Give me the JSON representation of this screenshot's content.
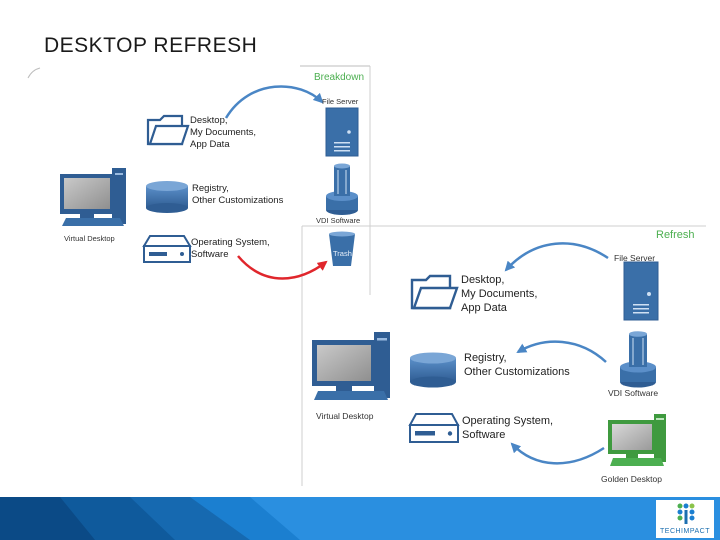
{
  "slide": {
    "title": "DESKTOP REFRESH"
  },
  "breakdown": {
    "section_label": "Breakdown",
    "items": {
      "desktop_docs": "Desktop,\nMy Documents,\nApp Data",
      "registry": "Registry,\nOther Customizations",
      "os": "Operating System,\nSoftware"
    },
    "captions": {
      "virtual_desktop": "Virtual Desktop",
      "file_server": "File Server",
      "vdi_software": "VDI Software",
      "trash": "Trash"
    }
  },
  "refresh": {
    "section_label": "Refresh",
    "items": {
      "desktop_docs": "Desktop,\nMy Documents,\nApp Data",
      "registry": "Registry,\nOther Customizations",
      "os": "Operating System,\nSoftware"
    },
    "captions": {
      "virtual_desktop": "Virtual Desktop",
      "file_server": "File Server",
      "vdi_software": "VDI Software",
      "golden_desktop": "Golden Desktop"
    }
  },
  "colors": {
    "arrow_blue": "#4a86c5",
    "arrow_red": "#e0262c",
    "section_green": "#4caf50",
    "footer_blue": "#1b7fd0"
  },
  "footer": {
    "logo_text": "TECHIMPACT"
  }
}
